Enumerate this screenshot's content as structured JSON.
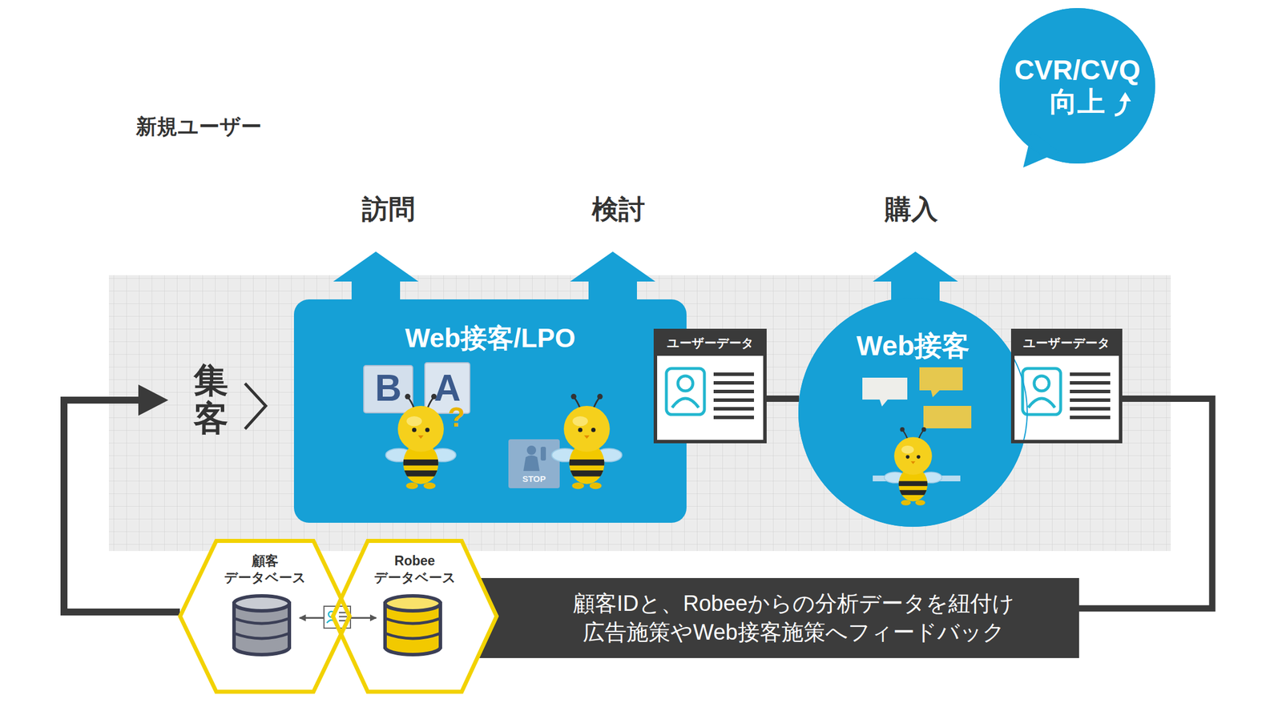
{
  "diagram": {
    "nodes": [
      {
        "text": [
          "CVR/CVQ 向上"
        ]
      },
      {
        "text": [
          "Web接客/LPO"
        ]
      },
      {
        "text": [
          "ユーザーデータ"
        ]
      },
      {
        "text": [
          "Web接客"
        ]
      },
      {
        "text": [
          "ユーザーデータ"
        ]
      },
      {
        "text": [
          "顧客 データベース"
        ]
      },
      {
        "text": [
          "Robee データベース"
        ]
      },
      {
        "text": [
          "顧客IDと、Robeeからの分析データを紐付け 広告施策やWeb接客施策へフィードバック"
        ]
      }
    ],
    "edges": [
      {
        "from": 2,
        "to": 3,
        "arrow": "none"
      },
      {
        "from": 4,
        "to": 7,
        "arrow": "none"
      },
      {
        "from": 5,
        "to": 6,
        "arrow": "both"
      }
    ],
    "labels": [
      "新規ユーザー",
      "訪問",
      "検討",
      "購入",
      "集客",
      "B",
      "A",
      "?",
      "STOP"
    ]
  }
}
